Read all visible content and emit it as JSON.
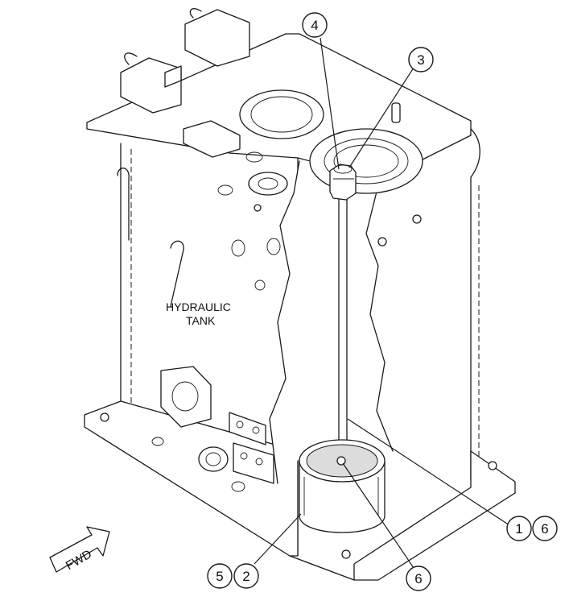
{
  "diagram": {
    "tank_label_line1": "HYDRAULIC",
    "tank_label_line2": "TANK",
    "fwd_label": "FWD"
  },
  "callouts": [
    {
      "id": "callout-4",
      "text": "4"
    },
    {
      "id": "callout-3",
      "text": "3"
    },
    {
      "id": "callout-1",
      "text": "1"
    },
    {
      "id": "callout-6a",
      "text": "6"
    },
    {
      "id": "callout-5",
      "text": "5"
    },
    {
      "id": "callout-2",
      "text": "2"
    },
    {
      "id": "callout-6b",
      "text": "6"
    }
  ]
}
